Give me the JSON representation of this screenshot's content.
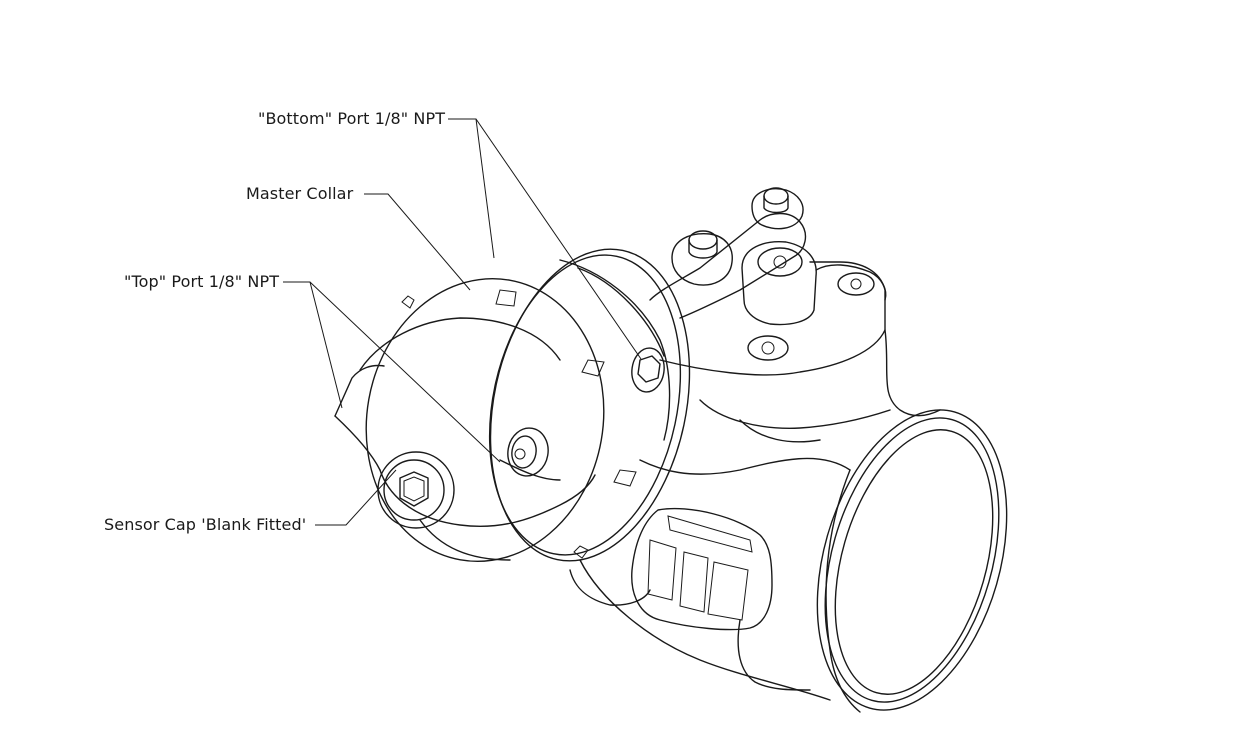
{
  "callouts": {
    "bottom_port": "\"Bottom\" Port 1/8\" NPT",
    "master_collar": "Master Collar",
    "top_port": "\"Top\" Port 1/8\" NPT",
    "sensor_cap": "Sensor Cap 'Blank Fitted'"
  },
  "colors": {
    "line": "#1a1a1a",
    "background": "#ffffff"
  }
}
